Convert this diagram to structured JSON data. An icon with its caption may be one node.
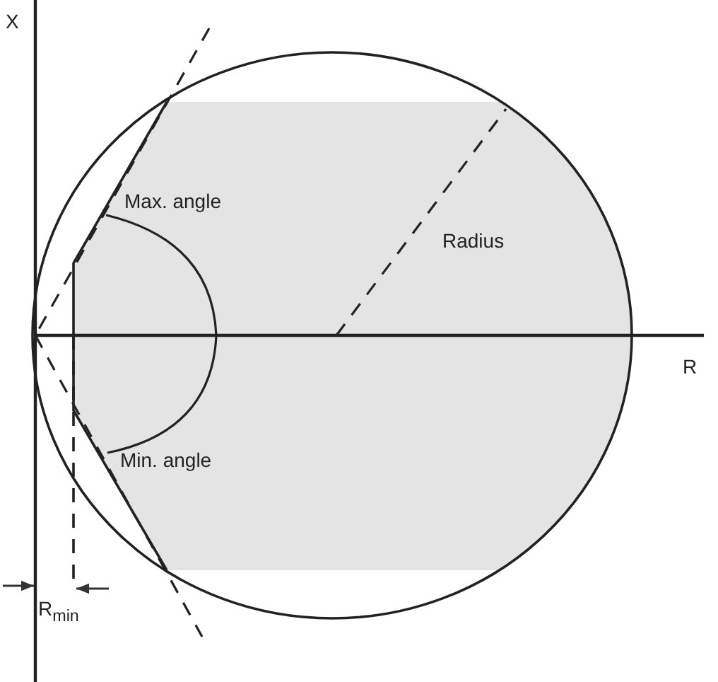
{
  "diagram": {
    "labels": [
      "X",
      "Max. angle",
      "Radius",
      "R",
      "Min. angle",
      "R$_{min}$"
    ]
  }
}
